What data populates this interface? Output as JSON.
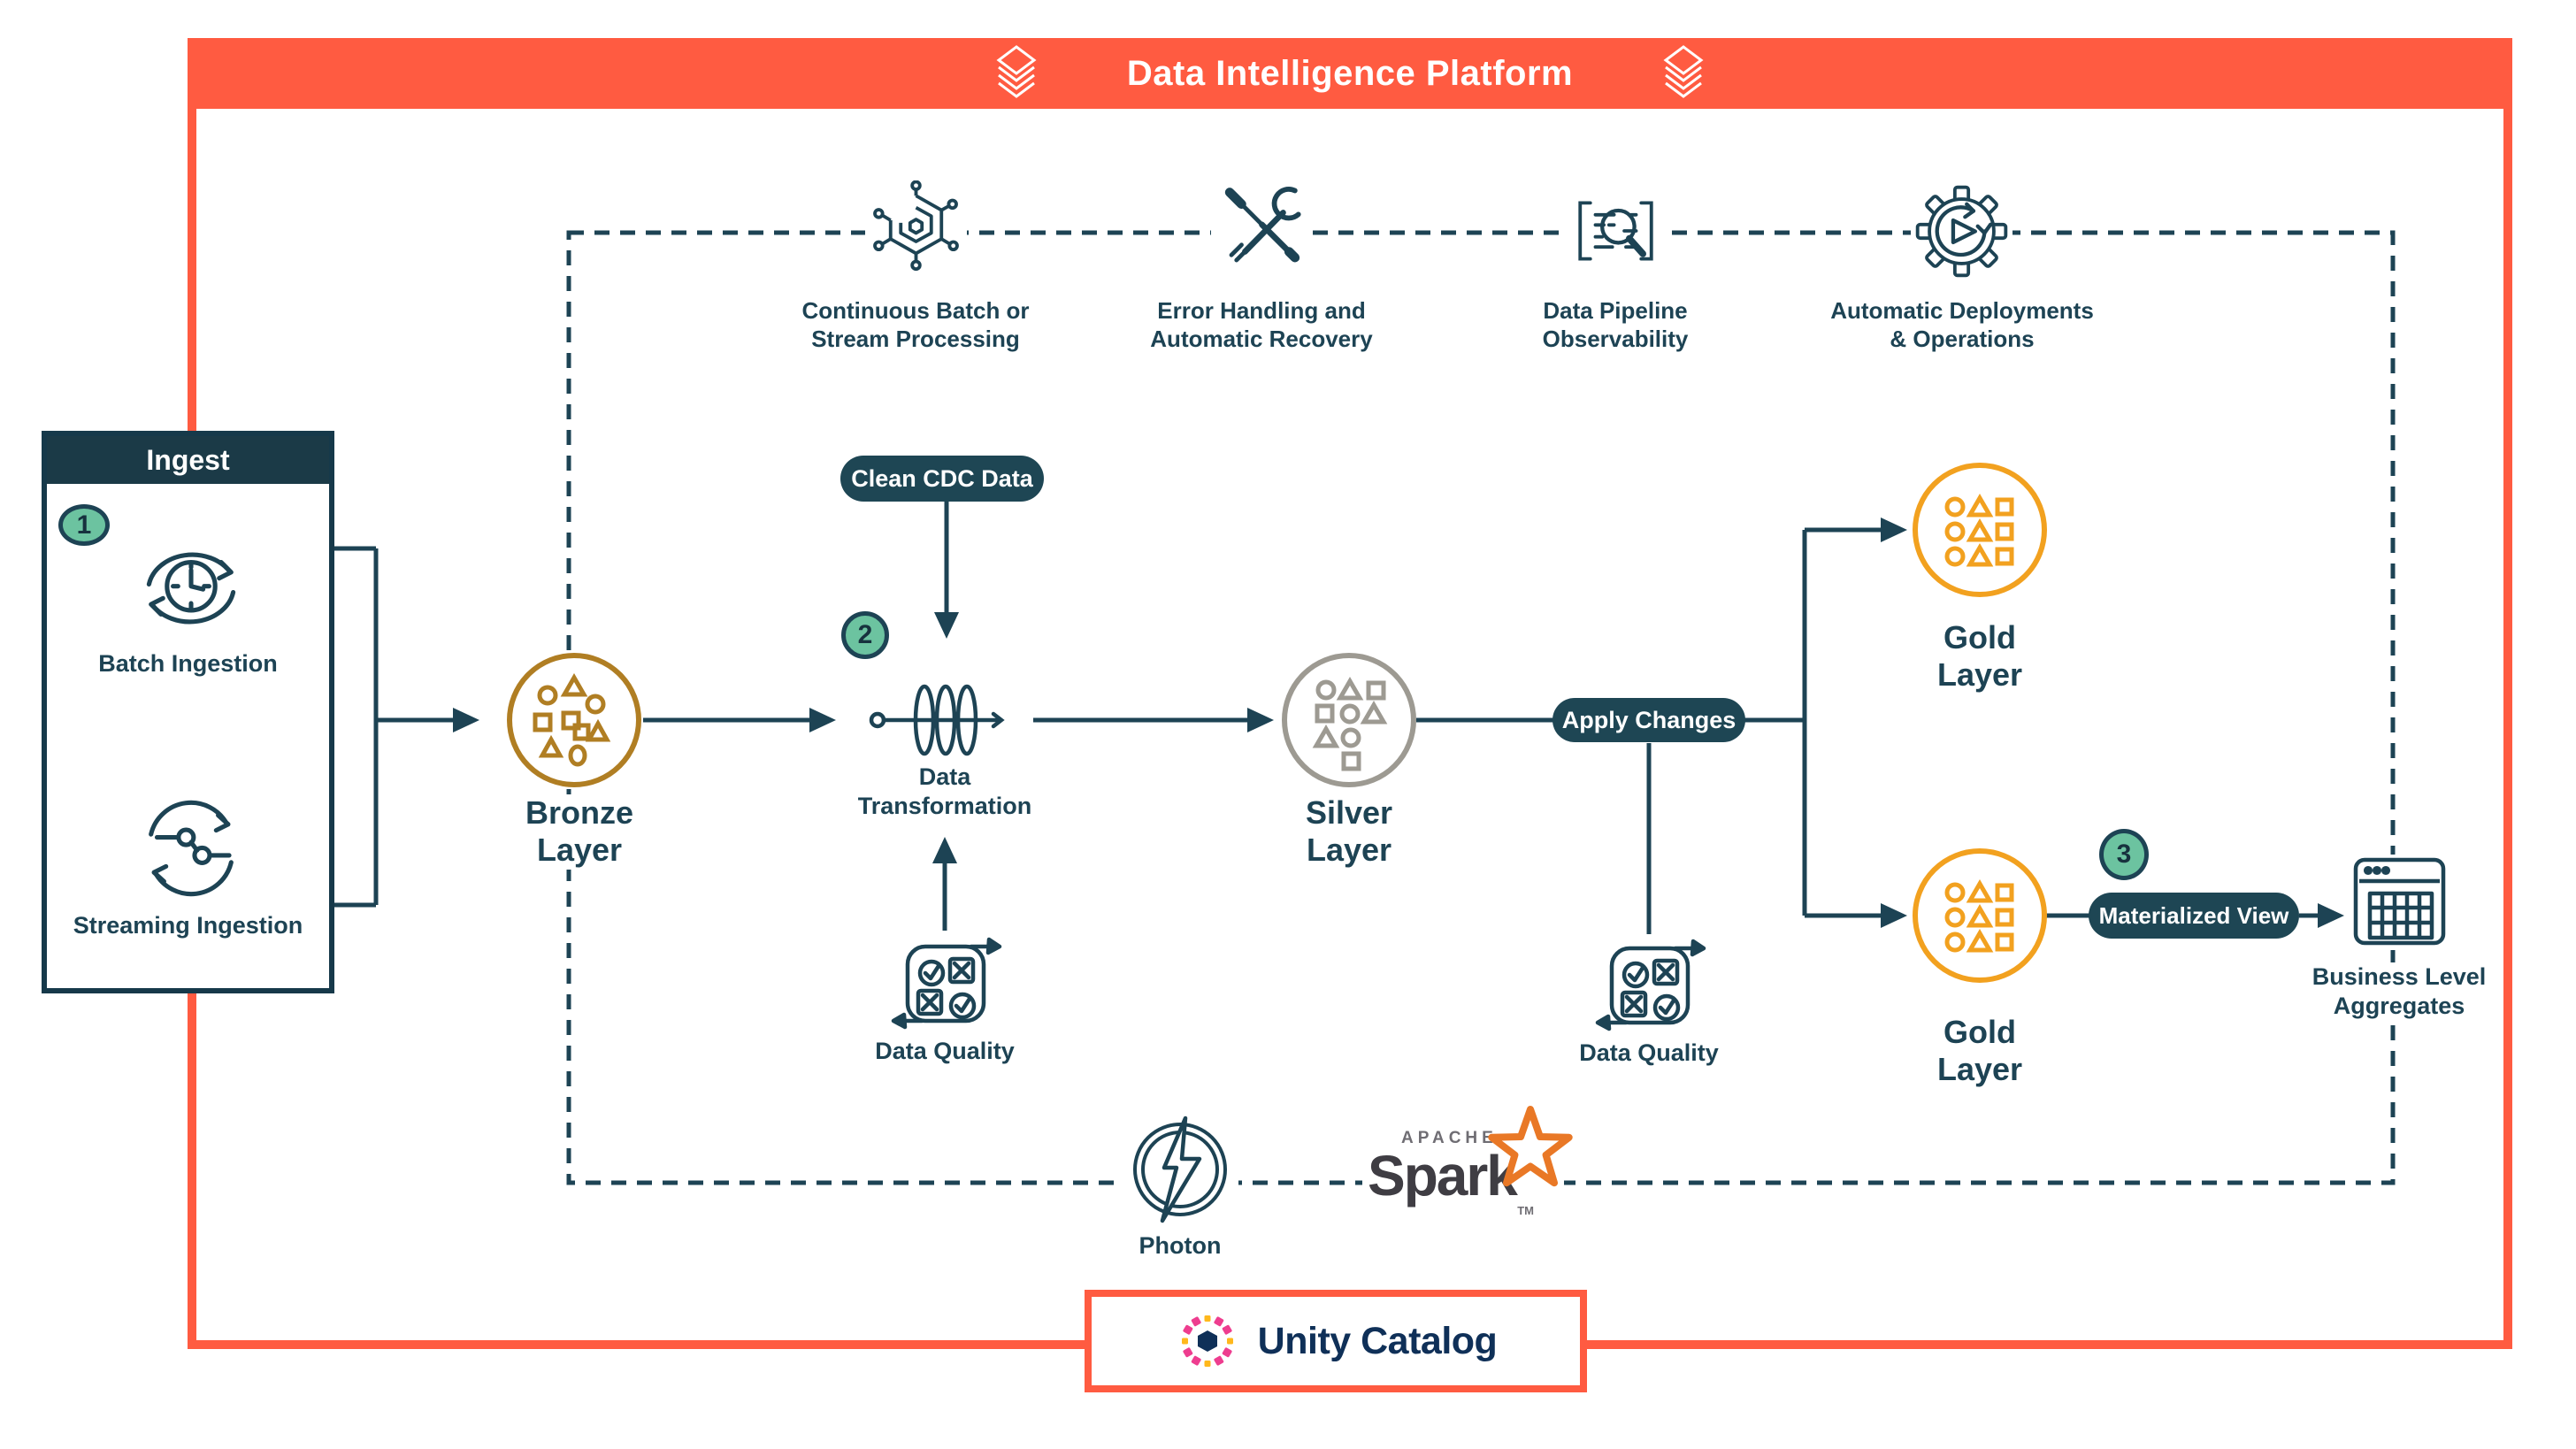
{
  "banner": {
    "title": "Data Intelligence Platform"
  },
  "ingest": {
    "title": "Ingest",
    "badge": "1",
    "items": [
      {
        "label": "Batch Ingestion"
      },
      {
        "label": "Streaming Ingestion"
      }
    ]
  },
  "capabilities": [
    {
      "line1": "Continuous Batch or",
      "line2": "Stream Processing"
    },
    {
      "line1": "Error Handling and",
      "line2": "Automatic Recovery"
    },
    {
      "line1": "Data Pipeline",
      "line2": "Observability"
    },
    {
      "line1": "Automatic Deployments",
      "line2": "& Operations"
    }
  ],
  "flow": {
    "bronze": {
      "line1": "Bronze",
      "line2": "Layer"
    },
    "transformation": {
      "line1": "Data",
      "line2": "Transformation",
      "badge": "2"
    },
    "silver": {
      "line1": "Silver",
      "line2": "Layer"
    },
    "gold_top": {
      "line1": "Gold",
      "line2": "Layer"
    },
    "gold_bottom": {
      "line1": "Gold",
      "line2": "Layer",
      "badge": "3"
    },
    "pills": {
      "clean_cdc": "Clean CDC Data",
      "apply_changes": "Apply Changes",
      "materialized_view": "Materialized View"
    },
    "data_quality_left": "Data Quality",
    "data_quality_right": "Data Quality",
    "business_aggregates": {
      "line1": "Business Level",
      "line2": "Aggregates"
    }
  },
  "engines": {
    "photon": "Photon",
    "apache": "APACHE",
    "spark": "Spark",
    "tm": "TM"
  },
  "governance": {
    "unity_catalog": "Unity Catalog"
  },
  "colors": {
    "frame_orange": "#FF5B41",
    "dark_teal": "#1D4354",
    "pill_teal": "#1E4654",
    "badge_green": "#6CC3A0",
    "bronze": "#B07E23",
    "silver": "#9D9A92",
    "gold": "#F2A11F",
    "spark_orange": "#E97826",
    "unity_navy": "#0F3058",
    "unity_pink": "#EE3D8F",
    "unity_yellow": "#FFB81C"
  }
}
